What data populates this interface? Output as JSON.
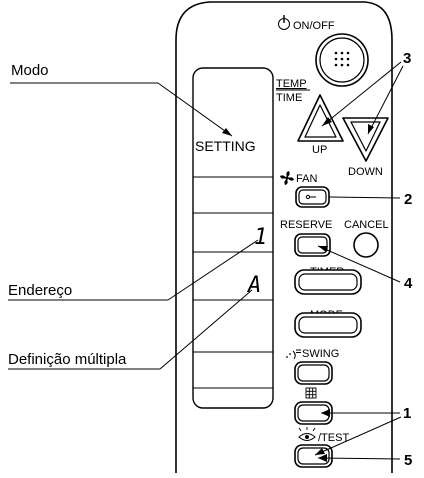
{
  "labels": {
    "mode": "Modo",
    "address": "Endereço",
    "multiple_setting": "Definição múltipla"
  },
  "display": {
    "setting": "SETTING",
    "address_digit": "1",
    "multiple_digit": "A"
  },
  "buttons": {
    "on_off": "ON/OFF",
    "temp": "TEMP",
    "time": "TIME",
    "up": "UP",
    "down": "DOWN",
    "fan": "FAN",
    "reserve": "RESERVE",
    "cancel": "CANCEL",
    "timer": "TIMER",
    "mode": "MODE",
    "swing": "SWING",
    "test": "/TEST"
  },
  "callouts": [
    "3",
    "2",
    "4",
    "1",
    "5"
  ]
}
